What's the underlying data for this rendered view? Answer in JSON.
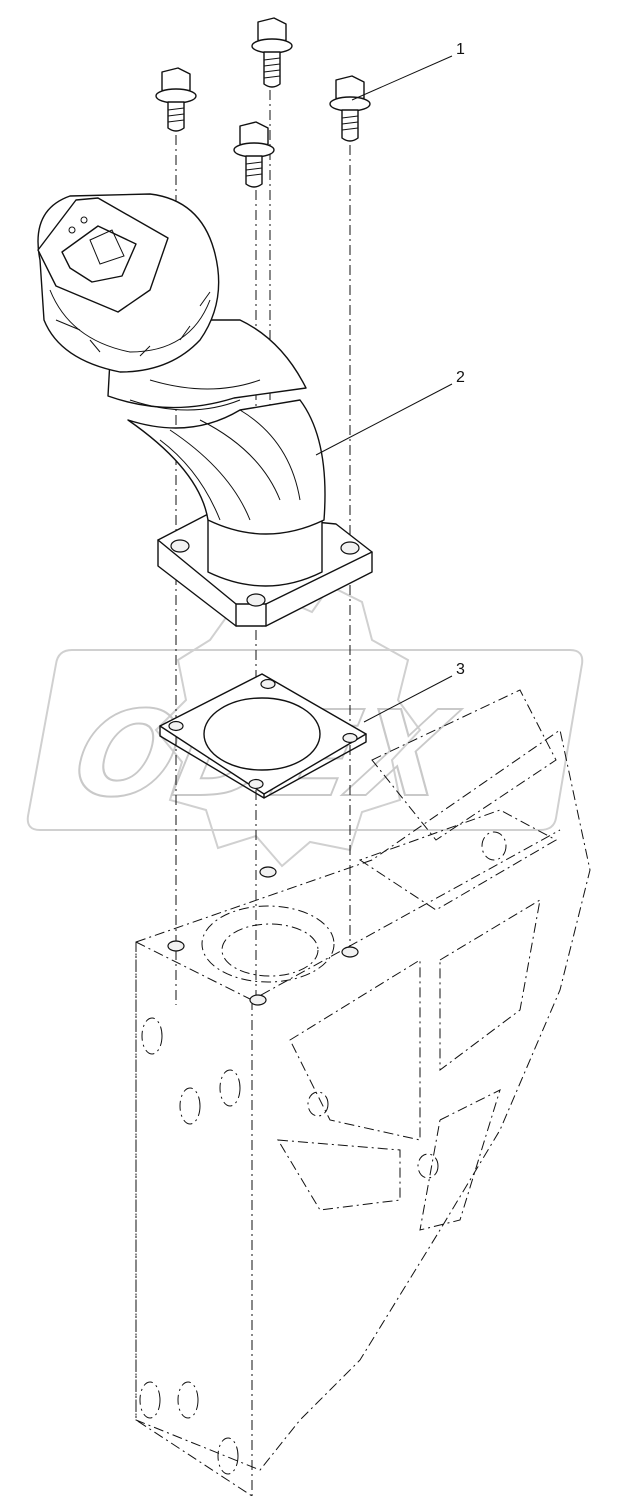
{
  "diagram": {
    "callouts": [
      {
        "id": "bolt",
        "label": "1"
      },
      {
        "id": "elbow",
        "label": "2"
      },
      {
        "id": "gasket",
        "label": "3"
      }
    ],
    "watermark": {
      "text": "ODEX"
    },
    "colors": {
      "line": "#111111",
      "watermark": "#c9c9c9",
      "background": "#ffffff"
    }
  }
}
